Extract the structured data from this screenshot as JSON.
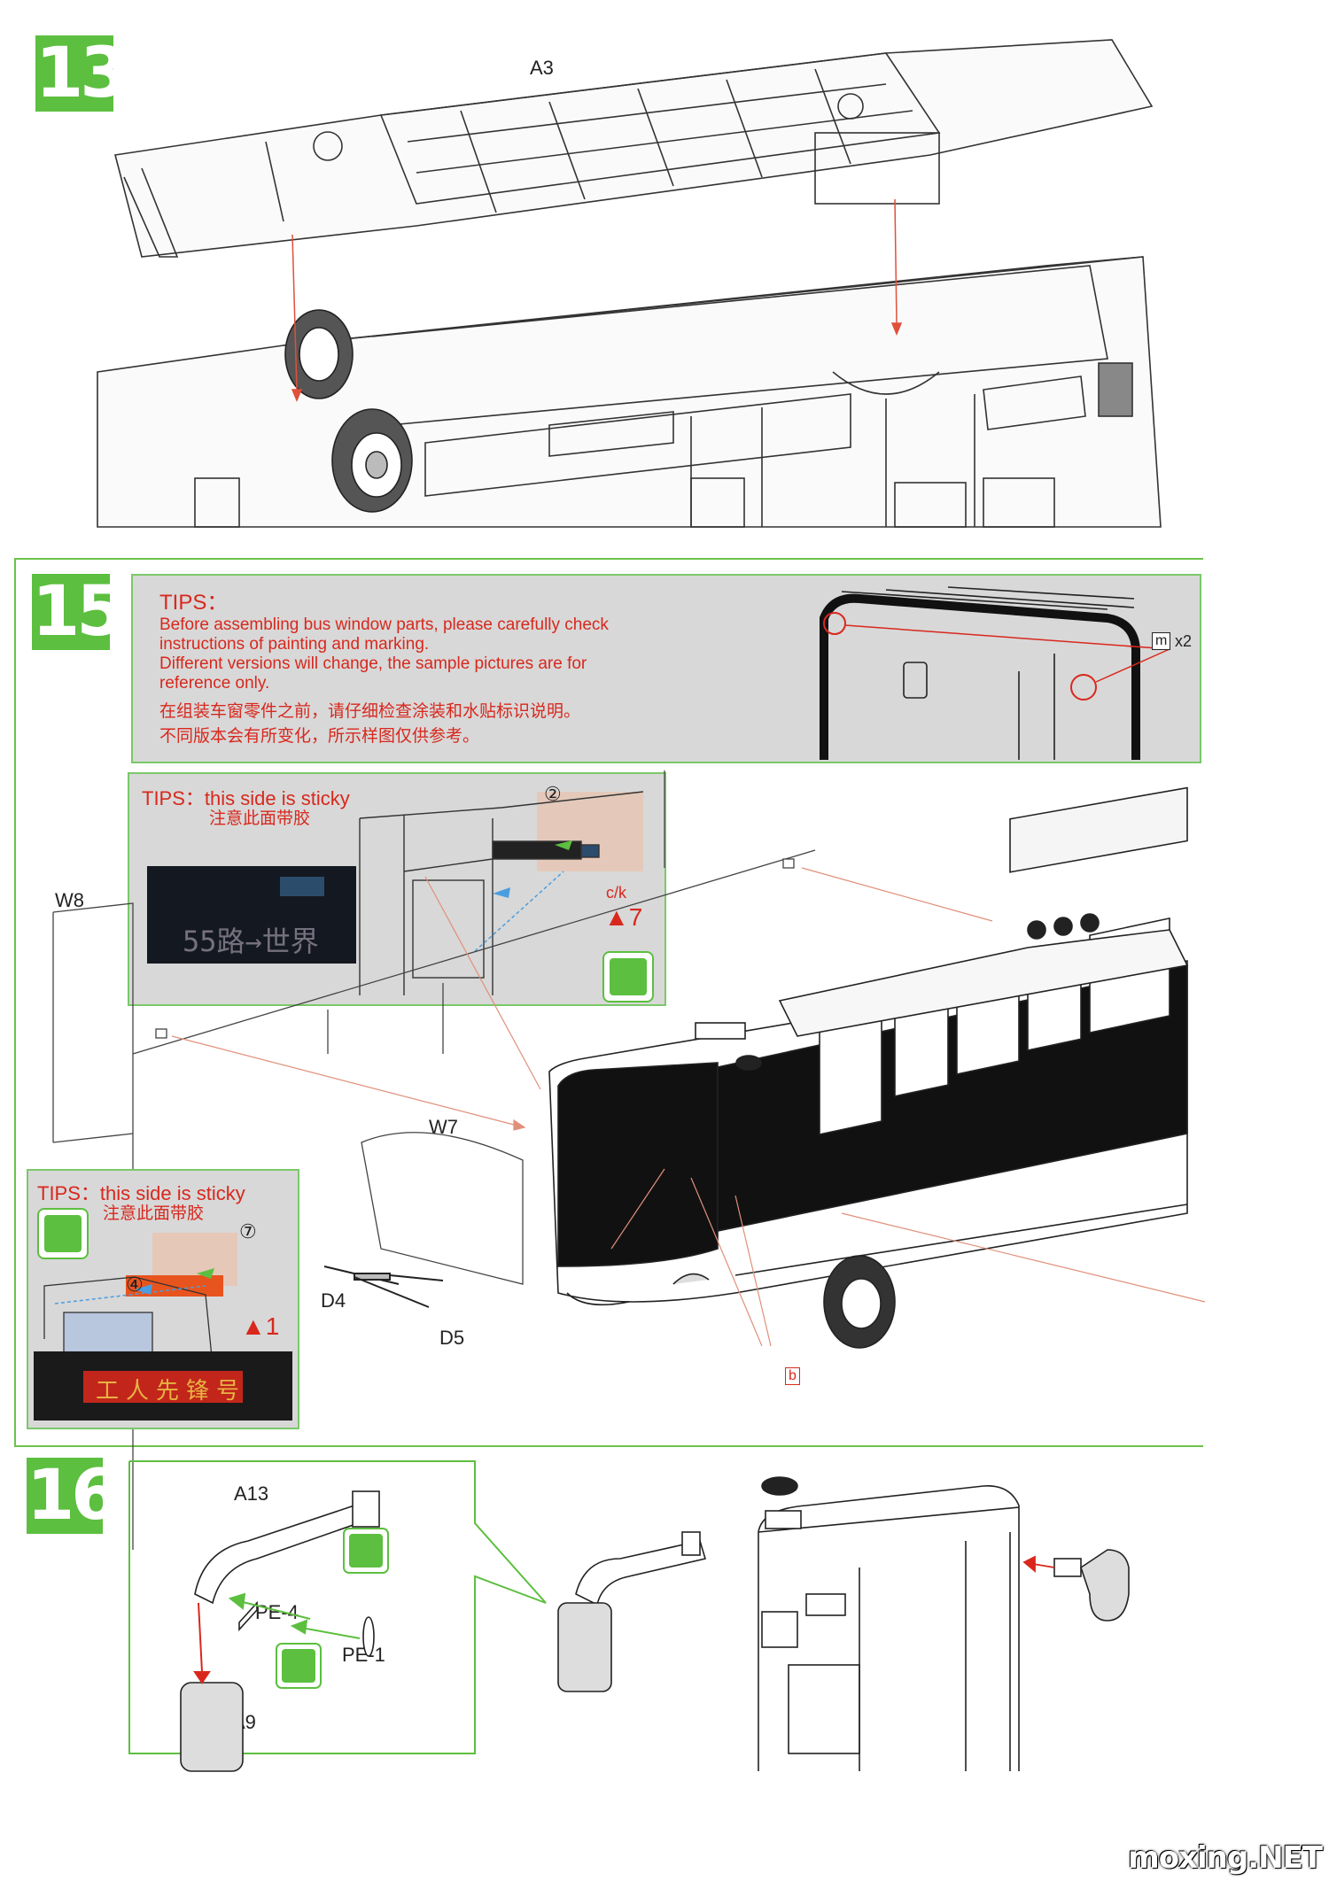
{
  "step13": {
    "number": "13",
    "part_a3": "A3"
  },
  "step15": {
    "number": "15",
    "tips_main": {
      "title": "TIPS：",
      "line1": "Before assembling bus window parts, please carefully check",
      "line2": "instructions of painting and marking.",
      "line3": "Different versions will change, the sample pictures are for",
      "line4": "reference only.",
      "cn1": "在组装车窗零件之前，请仔细检查涂装和水贴标识说明。",
      "cn2": "不同版本会有所变化，所示样图仅供参考。"
    },
    "m_tag": "m",
    "m_qty": "x2",
    "tips_sticky_top": {
      "title": "TIPS：this side is sticky",
      "cn": "注意此面带胶",
      "circle_num": "②",
      "ck": "c/k",
      "marker": "▲7",
      "lcd_text": "55路→世界"
    },
    "tips_sticky_left": {
      "title": "TIPS：this side is sticky",
      "cn": "注意此面带胶",
      "circle_num7": "⑦",
      "circle_num4": "④",
      "marker": "▲1",
      "led_text": "工人先锋号"
    },
    "part_w8": "W8",
    "part_w7": "W7",
    "part_d4": "D4",
    "part_d5": "D5",
    "b_tag": "b"
  },
  "step16": {
    "number": "16",
    "part_a13": "A13",
    "part_pe4": "PE-4",
    "part_pe1": "PE-1",
    "part_a9": "A9"
  },
  "watermark": "moxing.NET"
}
